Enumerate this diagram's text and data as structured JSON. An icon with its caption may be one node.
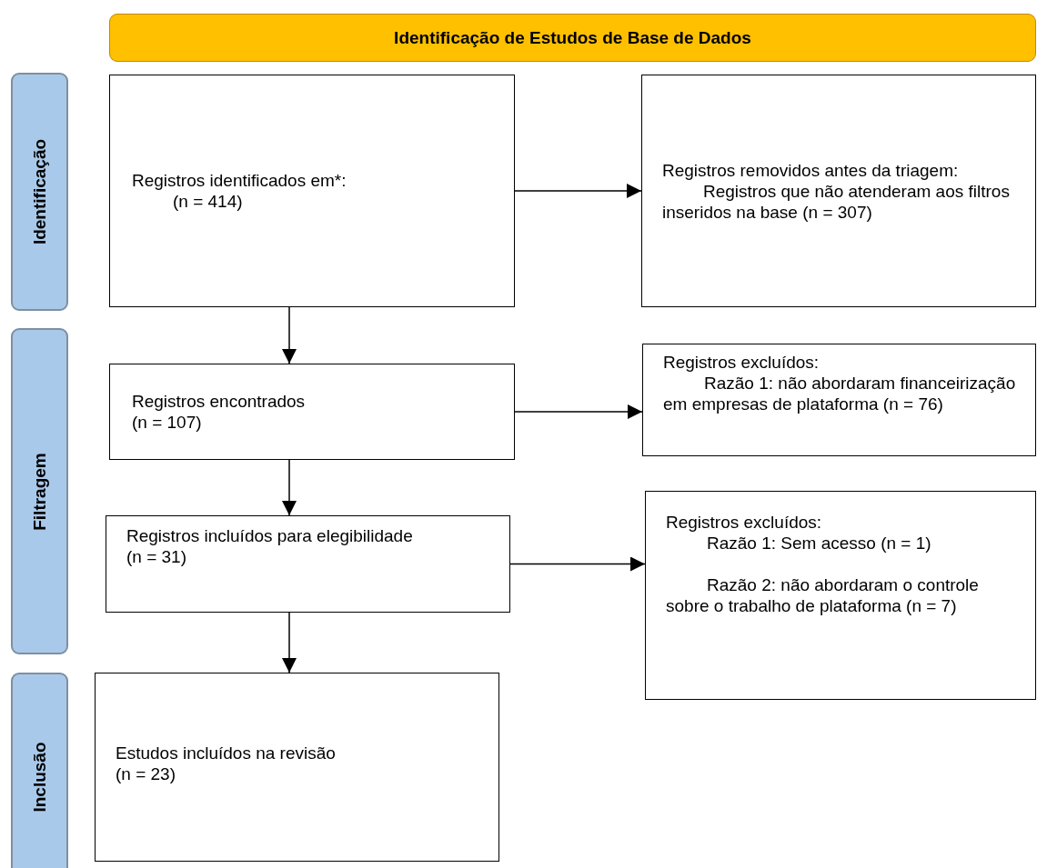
{
  "diagram": {
    "nodes": [
      {
        "text": [
          "Identificação de Estudos de Base de Dados"
        ]
      },
      {
        "text": [
          "Identificação"
        ]
      },
      {
        "text": [
          "Registros identificados em*:",
          "(n = 414)"
        ]
      },
      {
        "text": [
          "Registros removidos antes da triagem:",
          "Registros que não atenderam aos filtros inseridos na base (n = 307)"
        ]
      },
      {
        "text": [
          "Filtragem"
        ]
      },
      {
        "text": [
          "Registros encontrados",
          "(n = 107)"
        ]
      },
      {
        "text": [
          "Registros excluídos:",
          "Razão 1: não abordaram financeirização em empresas de plataforma (n = 76)"
        ]
      },
      {
        "text": [
          "Registros incluídos para elegibilidade",
          "(n = 31)"
        ]
      },
      {
        "text": [
          "Registros excluídos:",
          "Razão 1: Sem acesso (n = 1)",
          "Razão 2: não abordaram o controle sobre o trabalho de plataforma (n = 7)"
        ]
      },
      {
        "text": [
          "Inclusão"
        ]
      },
      {
        "text": [
          "Estudos incluídos na revisão",
          "(n = 23)"
        ]
      }
    ],
    "edges": [
      {
        "from": 2,
        "to": 3,
        "arrow": "to"
      },
      {
        "from": 2,
        "to": 5,
        "arrow": "to"
      },
      {
        "from": 5,
        "to": 6,
        "arrow": "to"
      },
      {
        "from": 5,
        "to": 7,
        "arrow": "to"
      },
      {
        "from": 7,
        "to": 8,
        "arrow": "to"
      },
      {
        "from": 7,
        "to": 10,
        "arrow": "to"
      }
    ]
  }
}
